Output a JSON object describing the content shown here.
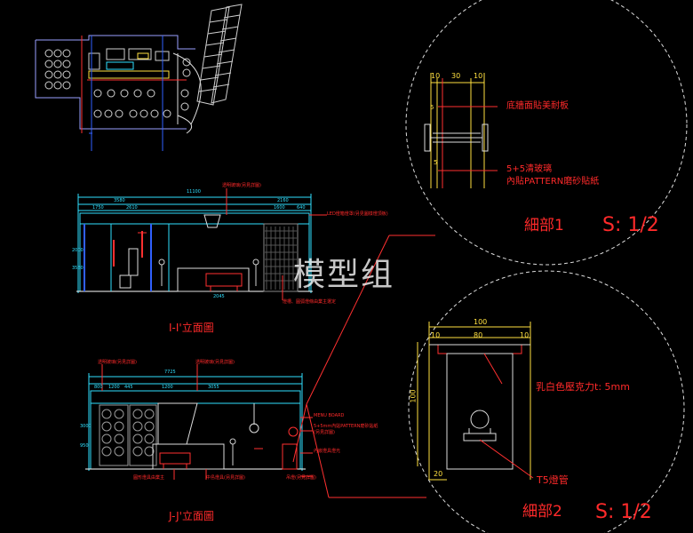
{
  "watermark": "模型组",
  "elevation_1": {
    "title": "I-I'立面圖",
    "overall_dim": "11100",
    "top_dims": [
      "1750",
      "2610",
      "3580",
      "1600",
      "640",
      "2160"
    ],
    "left_dims": [
      "2000",
      "3580"
    ],
    "bottom_dim": "2045",
    "notes": [
      "透明玻璃(另見詳圖)",
      "LED燈箱燈罩(另見圖樣燈頂板)",
      "燈槽、圓弧燈條由業主選定"
    ]
  },
  "elevation_2": {
    "title": "J-J'立面圖",
    "overall_dim": "7725",
    "top_dims": [
      "800",
      "1200",
      "445",
      "1200",
      "3055"
    ],
    "left_dims": [
      "3000",
      "950"
    ],
    "notes_top": [
      "透明玻璃(另見詳圖)",
      "透明玻璃(另見詳圖)"
    ],
    "notes_right": [
      "MENU BOARD",
      "5+5mm內貼PATTERN磨砂貼紙",
      "(另見詳圖)",
      "內嵌燈具燈光",
      "吊燈(另見詳圖)"
    ],
    "notes_bottom": [
      "圓形燈具由業主",
      "中島燈具(另見詳圖)"
    ]
  },
  "detail_1": {
    "dims_top": [
      "10",
      "30",
      "10"
    ],
    "dims_side": [
      "5",
      "5"
    ],
    "label_1": "底牆面貼美耐板",
    "label_2a": "5+5清玻璃",
    "label_2b": "內貼PATTERN磨砂貼紙",
    "title": "細部1",
    "scale": "S: 1/2"
  },
  "detail_2": {
    "dims_top": [
      "100",
      "10",
      "80",
      "10"
    ],
    "dim_side": "100",
    "dim_small": "20",
    "label_1": "乳白色壓克力t: 5mm",
    "label_2": "T5燈管",
    "title": "細部2",
    "scale": "S: 1/2"
  }
}
